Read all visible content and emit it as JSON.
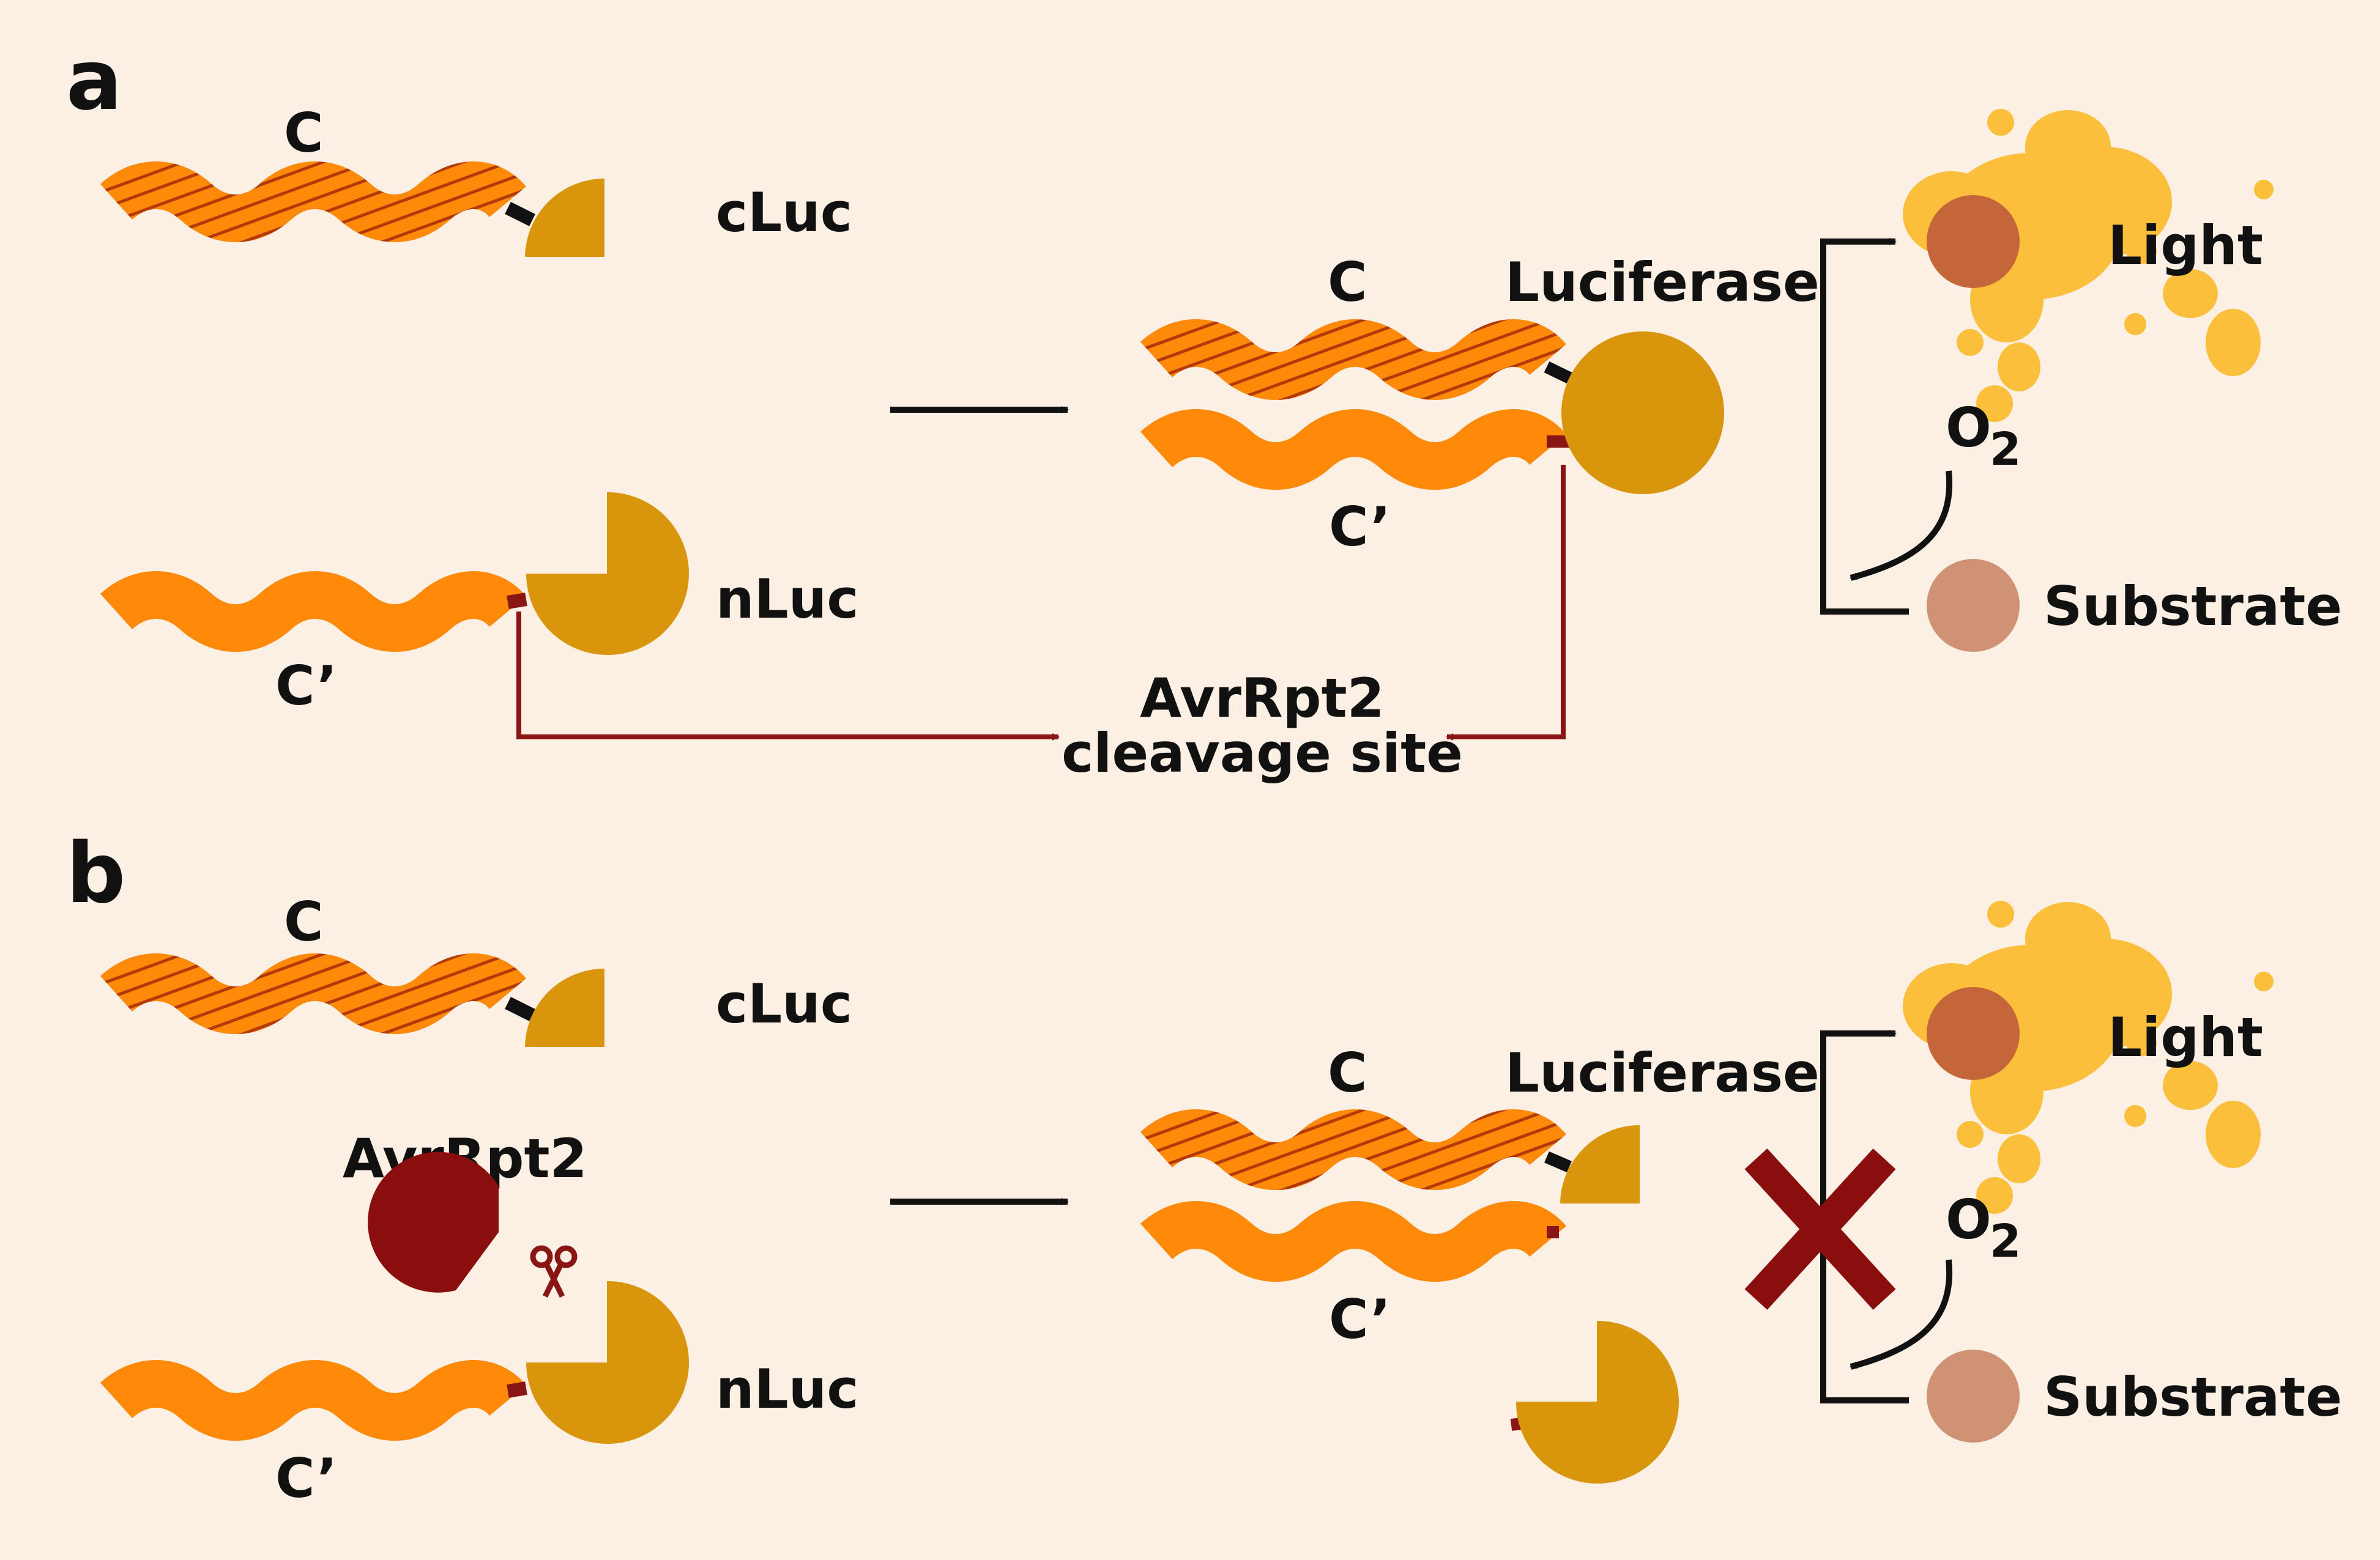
{
  "panels": [
    {
      "letter": "a",
      "left": {
        "top_strand": "C",
        "top_fragment": "cLuc",
        "bottom_fragment": "nLuc",
        "bottom_strand": "C’"
      },
      "right": {
        "top_strand": "C",
        "enzyme": "Luciferase",
        "bottom_strand": "C’"
      },
      "reaction": {
        "light": "Light",
        "oxygen": "O",
        "oxygen_subscript": "2",
        "substrate": "Substrate"
      },
      "cleavage_site": [
        "AvrRpt2",
        "cleavage site"
      ]
    },
    {
      "letter": "b",
      "left": {
        "top_strand": "C",
        "top_fragment": "cLuc",
        "protease": "AvrRpt2",
        "bottom_fragment": "nLuc",
        "bottom_strand": "C’"
      },
      "right": {
        "top_strand": "C",
        "enzyme": "Luciferase",
        "bottom_strand": "C’"
      },
      "reaction": {
        "light": "Light",
        "oxygen": "O",
        "oxygen_subscript": "2",
        "substrate": "Substrate"
      }
    }
  ],
  "colors": {
    "background": "#fcefe4",
    "strand_orange": "#ff8a0a",
    "stripe": "#b33a05",
    "luciferase_gold": "#d9960d",
    "linker_dark": "#111111",
    "linker_red": "#8a1515",
    "protease_red": "#8a0e0e",
    "light_yellow": "#fbbf3c",
    "circle_top": "#c5653a",
    "circle_substrate": "#cf9274",
    "cross_red": "#8a0e0e"
  },
  "icons": [
    "scissors-icon",
    "pacman-protease-icon",
    "x-cross-icon",
    "light-burst-icon"
  ]
}
